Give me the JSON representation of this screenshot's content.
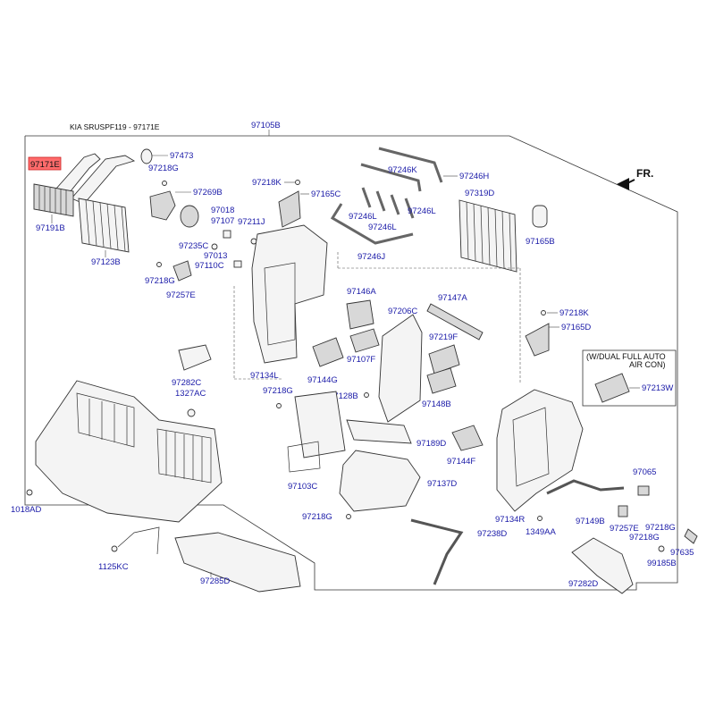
{
  "header": "KIA SRUSPF119 - 97171E",
  "direction_label": "FR.",
  "highlight_color": "#ff6b6b",
  "label_color": "#1a1aa8",
  "option_box": {
    "line1": "(W/DUAL FULL AUTO",
    "line2": "AIR CON)"
  },
  "labels": {
    "l97105B": "97105B",
    "l97171E": "97171E",
    "l97191B": "97191B",
    "l97123B": "97123B",
    "l97473": "97473",
    "l97218G_a": "97218G",
    "l97269B": "97269B",
    "l97018": "97018",
    "l97107": "97107",
    "l97235C": "97235C",
    "l97013": "97013",
    "l97110C": "97110C",
    "l97211J": "97211J",
    "l97218G_b": "97218G",
    "l97257E_a": "97257E",
    "l97218K_a": "97218K",
    "l97165C": "97165C",
    "l97246K": "97246K",
    "l97246H": "97246H",
    "l97246L_a": "97246L",
    "l97246L_b": "97246L",
    "l97246L_c": "97246L",
    "l97246J": "97246J",
    "l97319D": "97319D",
    "l97165B": "97165B",
    "l97146A": "97146A",
    "l97206C": "97206C",
    "l97147A": "97147A",
    "l97218K_b": "97218K",
    "l97165D": "97165D",
    "l97134L": "97134L",
    "l97144G": "97144G",
    "l97107F": "97107F",
    "l97219F": "97219F",
    "l97213W": "97213W",
    "l97282C": "97282C",
    "l1327AC": "1327AC",
    "l97218G_c": "97218G",
    "l97128B": "97128B",
    "l97148B": "97148B",
    "l97189D": "97189D",
    "l97144F": "97144F",
    "l97103C": "97103C",
    "l97137D": "97137D",
    "l97065": "97065",
    "l1018AD": "1018AD",
    "l97218G_d": "97218G",
    "l97134R": "97134R",
    "l97149B": "97149B",
    "l97257E_b": "97257E",
    "l97218G_e": "97218G",
    "l97218G_f": "97218G",
    "l97238D": "97238D",
    "l1349AA": "1349AA",
    "l97635": "97635",
    "l1125KC": "1125KC",
    "l99185B": "99185B",
    "l97285D": "97285D",
    "l97282D": "97282D"
  }
}
